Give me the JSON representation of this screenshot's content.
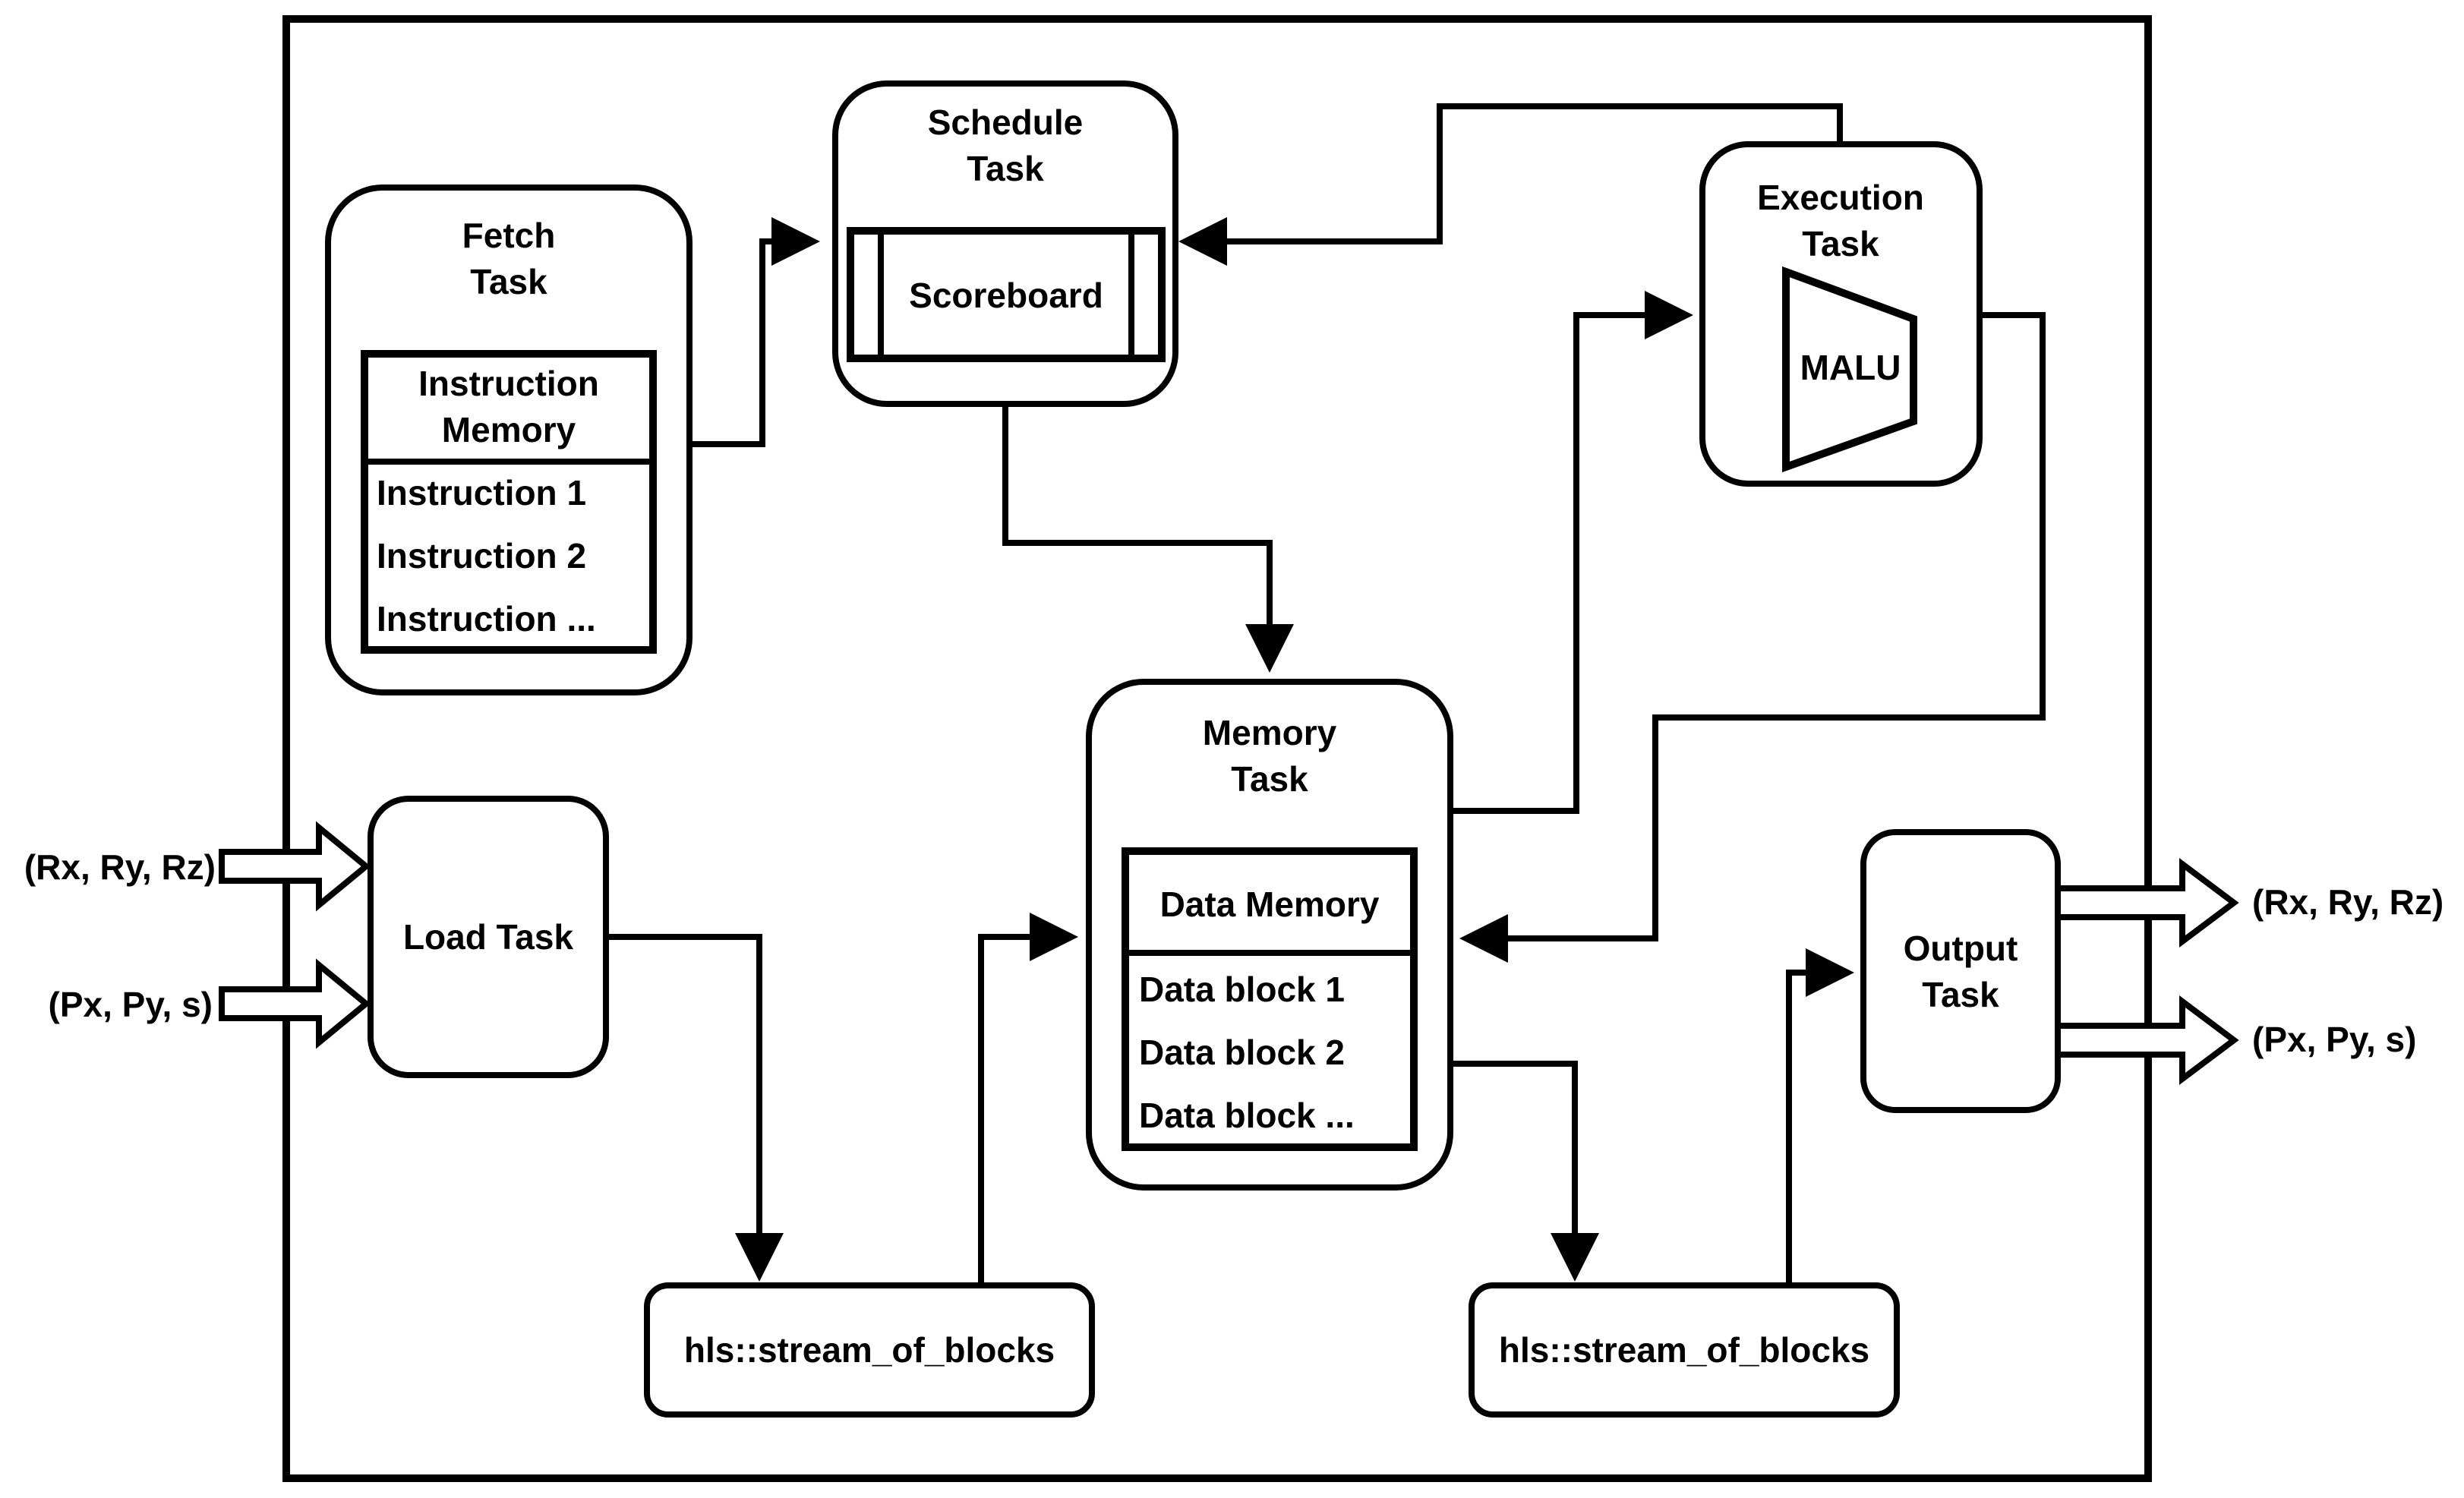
{
  "tasks": {
    "fetch": {
      "title_line1": "Fetch",
      "title_line2": "Task"
    },
    "schedule": {
      "title_line1": "Schedule",
      "title_line2": "Task"
    },
    "execution": {
      "title_line1": "Execution",
      "title_line2": "Task"
    },
    "memory": {
      "title_line1": "Memory",
      "title_line2": "Task"
    },
    "load": {
      "title": "Load Task"
    },
    "output": {
      "title_line1": "Output",
      "title_line2": "Task"
    }
  },
  "instruction_memory": {
    "header_line1": "Instruction",
    "header_line2": "Memory",
    "rows": [
      "Instruction 1",
      "Instruction 2",
      "Instruction ..."
    ]
  },
  "scoreboard": {
    "label": "Scoreboard"
  },
  "malu": {
    "label": "MALU"
  },
  "data_memory": {
    "header": "Data Memory",
    "rows": [
      "Data block 1",
      "Data block 2",
      "Data block ..."
    ]
  },
  "streams": {
    "left": "hls::stream_of_blocks",
    "right": "hls::stream_of_blocks"
  },
  "io": {
    "input_r": "(Rx, Ry, Rz)",
    "input_p": "(Px, Py, s)",
    "output_r": "(Rx, Ry, Rz)",
    "output_p": "(Px, Py, s)"
  }
}
